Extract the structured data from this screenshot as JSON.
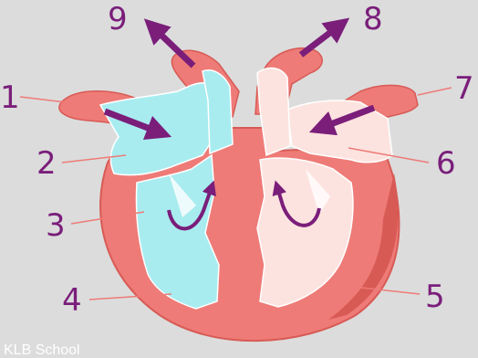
{
  "diagram": {
    "labels": {
      "l1": "1",
      "l2": "2",
      "l3": "3",
      "l4": "4",
      "l5": "5",
      "l6": "6",
      "l7": "7",
      "l8": "8",
      "l9": "9"
    },
    "colors": {
      "background": "#dcdcdc",
      "wall": "#ee7b77",
      "wall_dark": "#d85a55",
      "right_side_blood": "#a8ecf0",
      "left_side_blood": "#fde3df",
      "arrow": "#7a1e7a",
      "leader": "#ee7b77"
    }
  },
  "footer": {
    "text": "KLB School"
  }
}
